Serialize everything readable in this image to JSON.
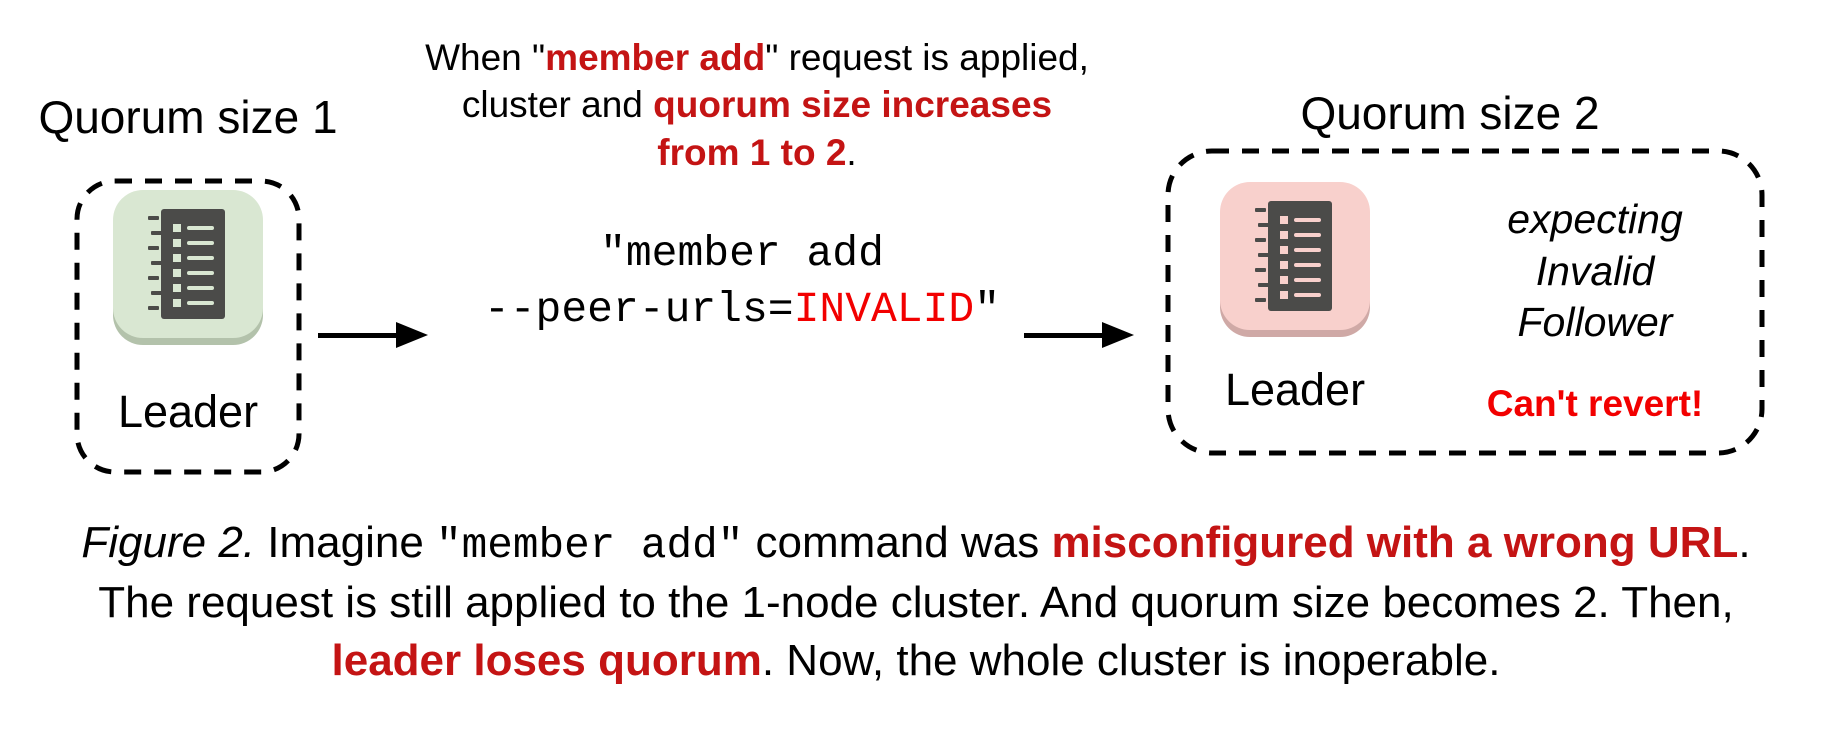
{
  "figure": {
    "left_cluster": {
      "title": "Quorum size 1",
      "node_label": "Leader"
    },
    "right_cluster": {
      "title": "Quorum size 2",
      "node_label": "Leader",
      "expectation_lines": [
        "expecting",
        "Invalid",
        "Follower"
      ],
      "warning": "Can't revert!"
    },
    "annotation_lines": [
      [
        {
          "t": "When \""
        },
        {
          "t": "member add",
          "c": "rb"
        },
        {
          "t": "\" request is applied,"
        }
      ],
      [
        {
          "t": "cluster and "
        },
        {
          "t": "quorum size increases",
          "c": "rb"
        }
      ],
      [
        {
          "t": "from 1 to 2",
          "c": "rb"
        },
        {
          "t": "."
        }
      ]
    ],
    "command_lines": [
      [
        {
          "t": "\"member add"
        }
      ],
      [
        {
          "t": "--peer-urls="
        },
        {
          "t": "INVALID",
          "c": "r"
        },
        {
          "t": "\""
        }
      ]
    ]
  },
  "caption_lines": [
    [
      {
        "t": "Figure 2.",
        "c": "i"
      },
      {
        "t": " Imagine "
      },
      {
        "t": "\"member add\"",
        "c": "m"
      },
      {
        "t": " command was "
      },
      {
        "t": "misconfigured with a wrong URL",
        "c": "rb"
      },
      {
        "t": "."
      }
    ],
    [
      {
        "t": "The request is still applied to the 1-node cluster. And quorum size becomes 2. Then,"
      }
    ],
    [
      {
        "t": "leader loses quorum",
        "c": "rb"
      },
      {
        "t": ". Now, the whole cluster is inoperable."
      }
    ]
  ],
  "icons": {
    "node_icon": "member-list-icon",
    "arrow_icon": "right-arrow-icon"
  },
  "colors": {
    "red_emphasis": "#c41414",
    "red_bright": "#f20000",
    "node_green_bg": "#d9e7d2",
    "node_green_shadow": "#b3c2ab",
    "node_pink_bg": "#f8d0cc",
    "node_pink_shadow": "#cfa9a6",
    "icon_dark": "#4b4b49",
    "text": "#000000",
    "background": "#ffffff"
  }
}
